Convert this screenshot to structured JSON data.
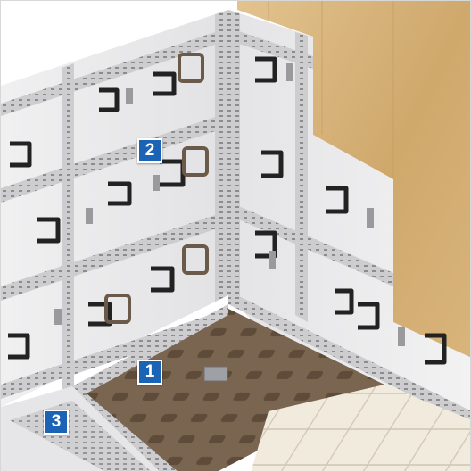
{
  "image": {
    "markers": [
      {
        "id": "1",
        "label": "1"
      },
      {
        "id": "2",
        "label": "2"
      },
      {
        "id": "3",
        "label": "3"
      }
    ],
    "colors": {
      "marker_fill": "#1a63b5",
      "marker_text": "#ffffff",
      "board_face": "#e9e9ea",
      "tape_band": "#cfcfd0",
      "wood_panel": "#d6b27a",
      "floor_mat": "#6e5a45",
      "floor_tile": "#efe8da"
    }
  }
}
